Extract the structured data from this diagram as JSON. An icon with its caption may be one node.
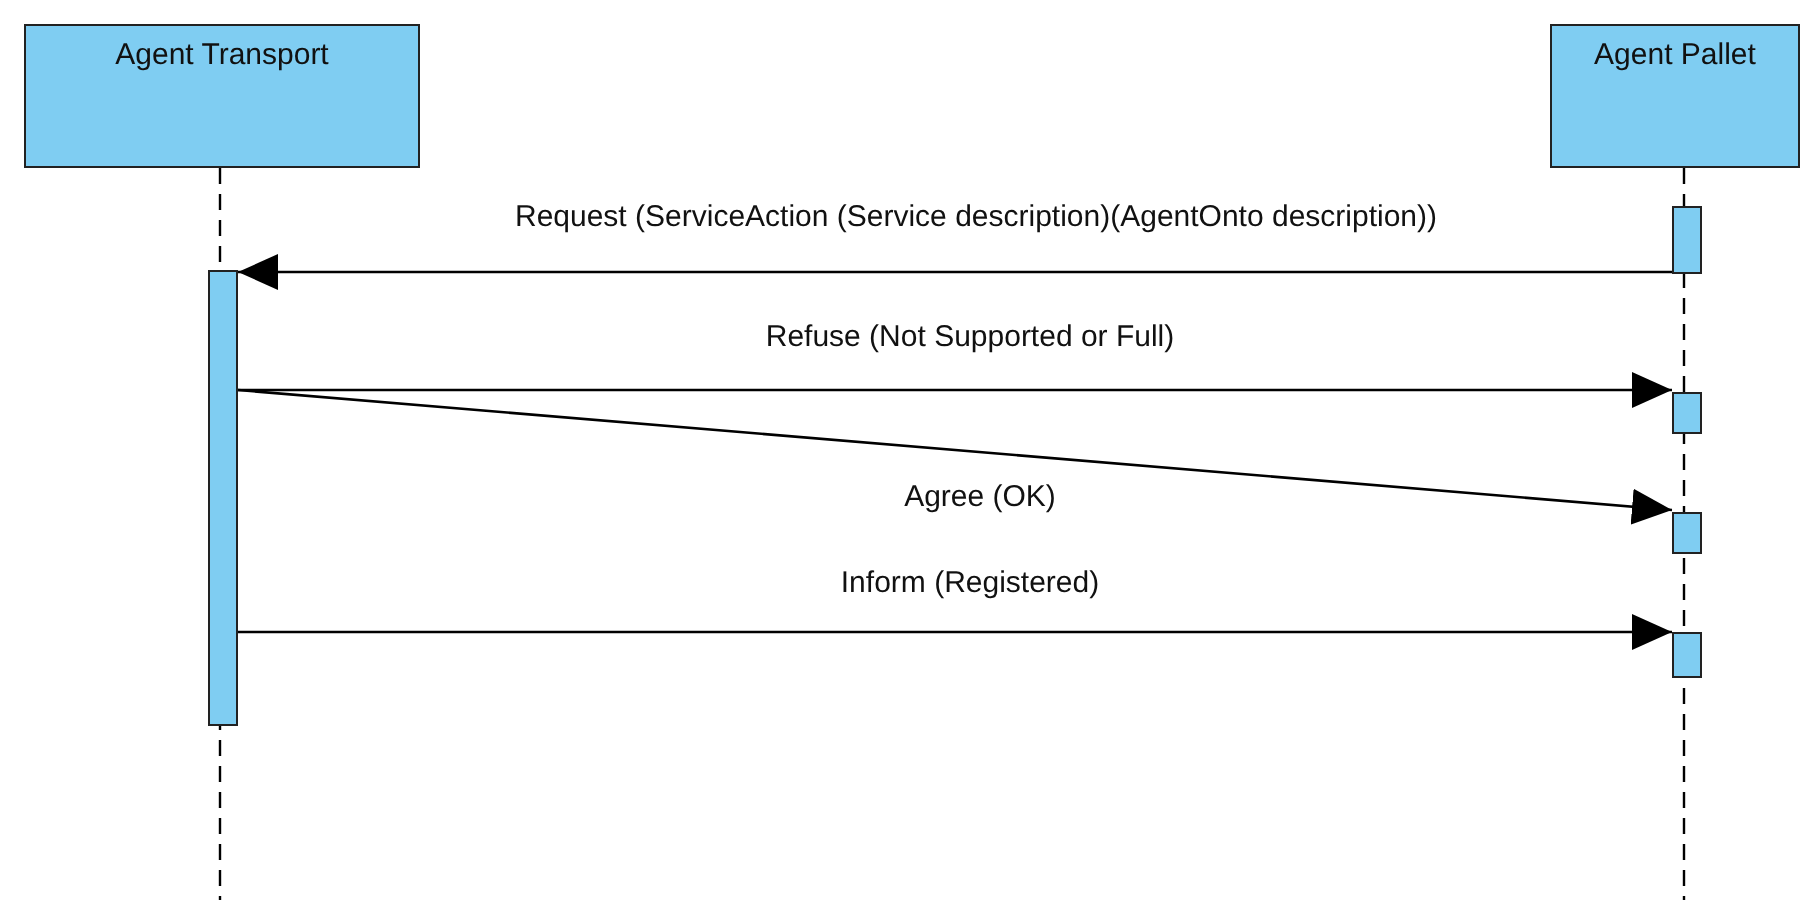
{
  "diagram": {
    "nodes": [
      {
        "text": [
          "Agent Transport"
        ]
      },
      {
        "text": [
          "Agent Pallet"
        ]
      },
      {
        "text": [],
        "shape": "bar"
      },
      {
        "text": [],
        "shape": "bar"
      },
      {
        "text": [],
        "shape": "bar"
      },
      {
        "text": [],
        "shape": "bar"
      },
      {
        "text": [],
        "shape": "bar"
      }
    ],
    "edges": [
      {
        "from": 3,
        "to": 2,
        "arrow": "to",
        "label": "Request (ServiceAction (Service description)(AgentOnto description))"
      },
      {
        "from": 2,
        "to": 4,
        "arrow": "to",
        "label": "Refuse (Not Supported or Full)"
      },
      {
        "from": 2,
        "to": 5,
        "arrow": "to",
        "label": "Agree (OK)"
      },
      {
        "from": 2,
        "to": 6,
        "arrow": "to",
        "label": "Inform (Registered)"
      }
    ]
  }
}
